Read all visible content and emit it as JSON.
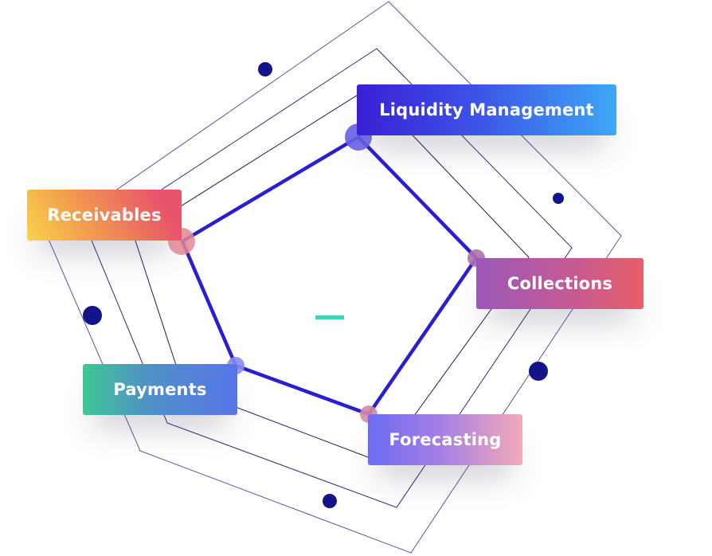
{
  "labels": {
    "liquidity": "Liquidity Management",
    "receivables": "Receivables",
    "collections": "Collections",
    "payments": "Payments",
    "forecasting": "Forecasting"
  },
  "colors": {
    "outline": "#5a56a6",
    "core_line": "#2a1fd0",
    "orbit_dot": "#13138a",
    "center_dash": "#3dd6b4"
  }
}
